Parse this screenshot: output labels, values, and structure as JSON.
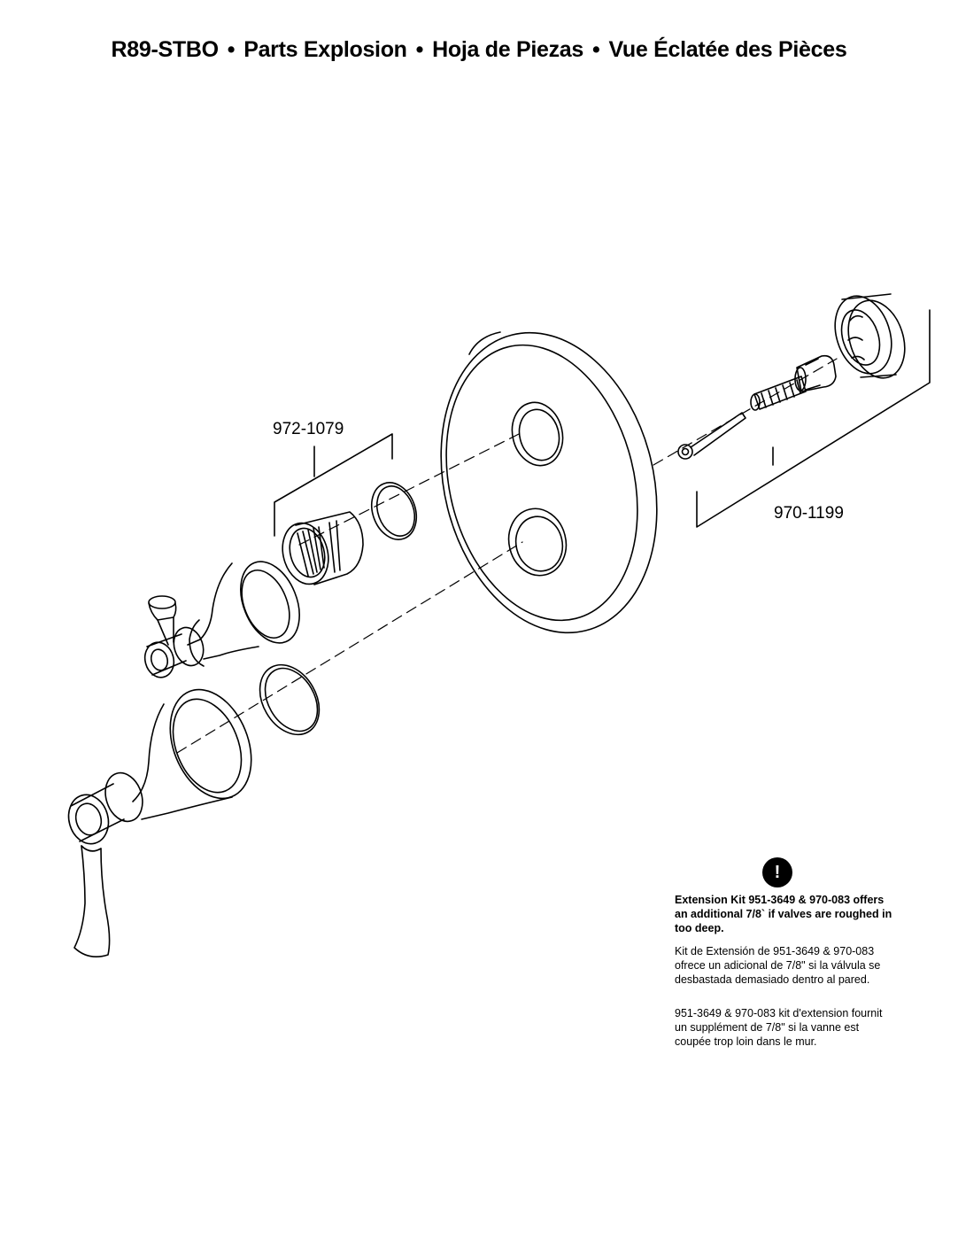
{
  "title": {
    "model": "R89-STBO",
    "separator": "•",
    "en": "Parts Explosion",
    "es": "Hoja de Piezas",
    "fr": "Vue Éclatée des Pièces"
  },
  "parts": {
    "cartridge_kit": "972-1079",
    "stem_kit": "970-1199"
  },
  "note": {
    "icon": "!",
    "en": "Extension Kit 951-3649 & 970-083 offers an additional 7/8` if valves are roughed in too deep.",
    "es": "Kit de Extensión de 951-3649 & 970-083 ofrece un adicional de 7/8\" si la válvula se desbastada demasiado dentro al pared.",
    "fr": "951-3649 & 970-083 kit d'extension fournit un supplément de 7/8\" si la vanne est coupée trop loin dans le mur."
  }
}
